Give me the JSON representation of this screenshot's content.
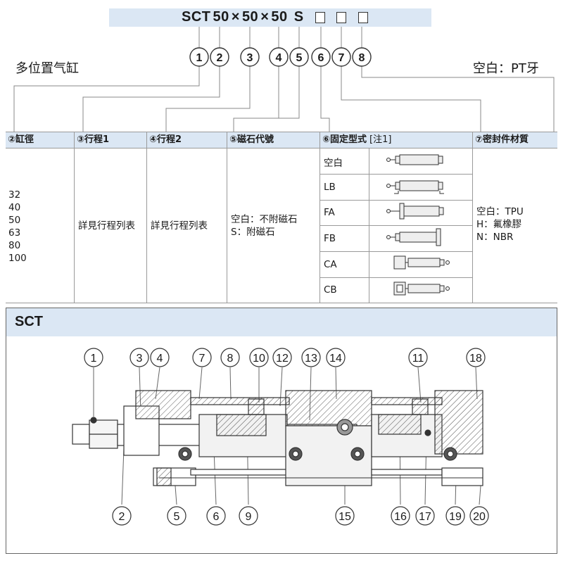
{
  "header": {
    "model_code": [
      "SCT",
      "50",
      "×",
      "50",
      "×",
      "50",
      "S"
    ],
    "callouts": [
      "1",
      "2",
      "3",
      "4",
      "5",
      "6",
      "7",
      "8"
    ],
    "title_left": "多位置气缸",
    "title_right": "空白：PT牙"
  },
  "table": {
    "headers": [
      {
        "num": "②",
        "label": "缸徑"
      },
      {
        "num": "③",
        "label": "行程1"
      },
      {
        "num": "④",
        "label": "行程2"
      },
      {
        "num": "⑤",
        "label": "磁石代號"
      },
      {
        "num": "⑥",
        "label": "固定型式",
        "note": "[注1]"
      },
      {
        "num": "⑦",
        "label": "密封件材質"
      }
    ],
    "bore_sizes": [
      "32",
      "40",
      "50",
      "63",
      "80",
      "100"
    ],
    "stroke1": "詳見行程列表",
    "stroke2": "詳見行程列表",
    "magnet": [
      "空白：不附磁石",
      "S：附磁石"
    ],
    "mounting": [
      "空白",
      "LB",
      "FA",
      "FB",
      "CA",
      "CB"
    ],
    "seal": [
      "空白：TPU",
      "H：氟橡膠",
      "N：NBR"
    ]
  },
  "diagram": {
    "title": "SCT",
    "top_labels": [
      "1",
      "3",
      "4",
      "7",
      "8",
      "10",
      "12",
      "13",
      "14",
      "11",
      "18"
    ],
    "bottom_labels": [
      "2",
      "5",
      "6",
      "9",
      "15",
      "16",
      "17",
      "19",
      "20"
    ]
  },
  "colors": {
    "accent_bg": "#dbe7f4",
    "line": "#9a9a9a",
    "outline": "#333333"
  }
}
